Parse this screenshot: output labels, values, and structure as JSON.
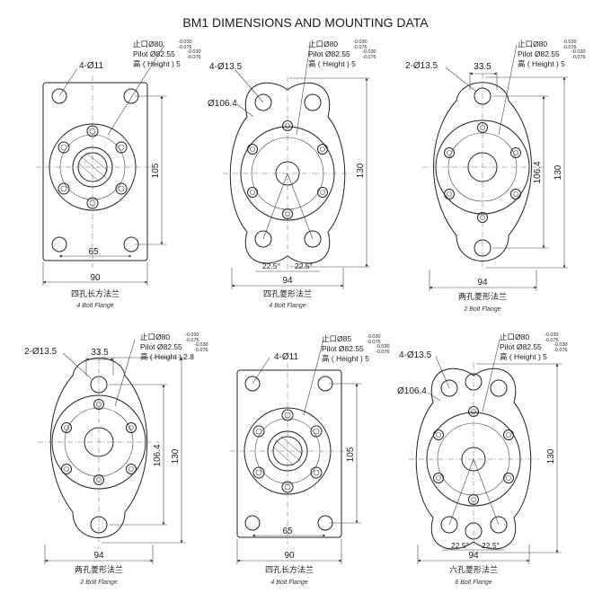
{
  "title": "BM1 DIMENSIONS AND MOUNTING DATA",
  "common": {
    "spigot_cn": "止口",
    "pilot_en": "Pilot",
    "height_cn": "高",
    "height_en": "( Height ) ",
    "tol_upper": "-0.030",
    "tol_lower": "-0.076"
  },
  "views": [
    {
      "holes_label": "4-Ø11",
      "spigot_dia": "Ø80",
      "pilot_dia": "Ø82.55",
      "height": "5",
      "dim_a": "105",
      "dim_b": "65",
      "dim_width": "90",
      "caption_cn": "四孔长方法兰",
      "caption_en": "4 Bolt Flange"
    },
    {
      "holes_label": "4-Ø13.5",
      "bolt_circle": "Ø106.4",
      "spigot_dia": "Ø80",
      "pilot_dia": "Ø82.55",
      "height": "5",
      "dim_height": "130",
      "dim_width": "94",
      "angle_1": "22.5°",
      "angle_2": "22.5°",
      "caption_cn": "四孔菱形法兰",
      "caption_en": "4 Bolt Flange"
    },
    {
      "holes_label": "2-Ø13.5",
      "dim_top": "33.5",
      "spigot_dia": "Ø80",
      "pilot_dia": "Ø82.55",
      "height": "5",
      "dim_a": "106.4",
      "dim_height": "130",
      "dim_width": "94",
      "caption_cn": "两孔菱形法兰",
      "caption_en": "2 Bolt Flange"
    },
    {
      "holes_label": "2-Ø13.5",
      "dim_top": "33.5",
      "spigot_dia": "Ø80",
      "pilot_dia": "Ø82.55",
      "height": "2.8",
      "dim_a": "106.4",
      "dim_height": "130",
      "dim_width": "94",
      "caption_cn": "两孔菱形法兰",
      "caption_en": "2 Bolt Flange"
    },
    {
      "holes_label": "4-Ø11",
      "spigot_dia": "Ø85",
      "pilot_dia": "Ø82.55",
      "height": "5",
      "dim_a": "105",
      "dim_b": "65",
      "dim_width": "90",
      "caption_cn": "四孔长方法兰",
      "caption_en": "4 Bolt Flange"
    },
    {
      "holes_label": "4-Ø13.5",
      "bolt_circle": "Ø106.4",
      "spigot_dia": "Ø80",
      "pilot_dia": "Ø82.55",
      "height": "5",
      "dim_height": "130",
      "dim_width": "94",
      "angle_1": "22.5°",
      "angle_2": "22.5°",
      "caption_cn": "六孔菱形法兰",
      "caption_en": "6 Bolt Flange"
    }
  ]
}
